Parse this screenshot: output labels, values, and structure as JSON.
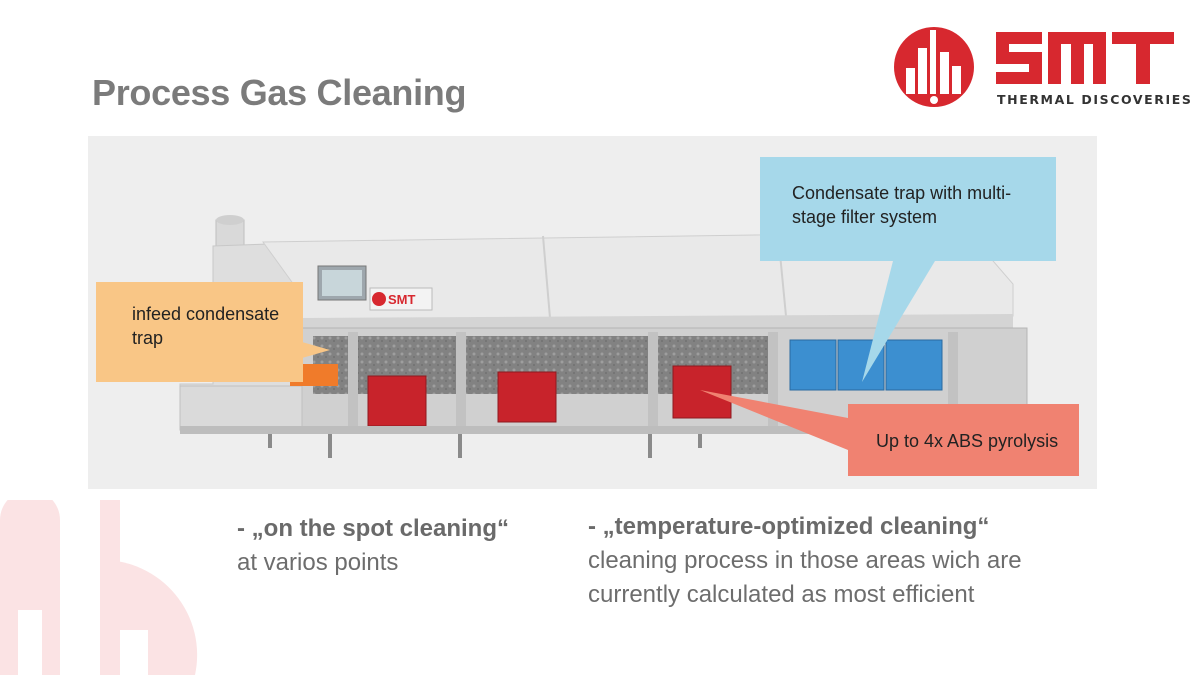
{
  "slide": {
    "title": "Process Gas Cleaning"
  },
  "logo": {
    "wordmark": "SMT",
    "tagline": "THERMAL DISCOVERIES",
    "brand_color": "#d7282f"
  },
  "machine": {
    "badge_text": "SMT"
  },
  "callouts": {
    "infeed": "infeed condensate trap",
    "condensate": "Condensate trap with multi-stage filter system",
    "pyrolysis": "Up to 4x ABS pyrolysis"
  },
  "bullets": {
    "left_heading": "- „on the spot cleaning“",
    "left_text": "at varios points",
    "right_heading": "- „temperature-optimized cleaning“",
    "right_text": "cleaning process in those areas wich are currently calculated as most efficient"
  },
  "colors": {
    "orange_callout": "#f9c686",
    "blue_callout": "#a6d8ea",
    "red_callout": "#f08271",
    "title_gray": "#7b7b7b"
  }
}
